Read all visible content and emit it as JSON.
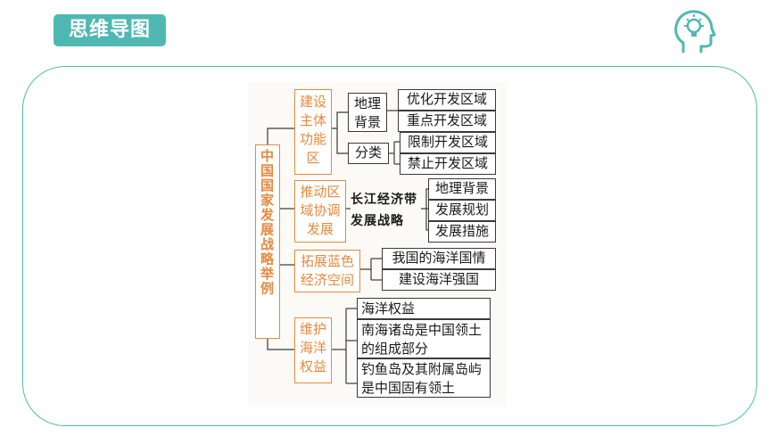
{
  "header": {
    "title": "思维导图"
  },
  "mindmap": {
    "root": "中国国家发展战略举例",
    "branch1": {
      "label_lines": [
        "建设",
        "主体",
        "功能",
        "区"
      ],
      "node_background": "地理背景",
      "node_category": "分类",
      "leaves": [
        "优化开发区域",
        "重点开发区域",
        "限制开发区域",
        "禁止开发区域"
      ]
    },
    "branch2": {
      "label_lines": [
        "推动区",
        "域协调",
        "发展"
      ],
      "strategy_lines": [
        "长江经济带",
        "发展战略"
      ],
      "leaves": [
        "地理背景",
        "发展规划",
        "发展措施"
      ]
    },
    "branch3": {
      "label_lines": [
        "拓展蓝色",
        "经济空间"
      ],
      "leaves": [
        "我国的海洋国情",
        "建设海洋强国"
      ]
    },
    "branch4": {
      "label_lines": [
        "维护",
        "海洋",
        "权益"
      ],
      "leaves": [
        "海洋权益",
        "南海诸岛是中国领土的组成部分",
        "钓鱼岛及其附属岛屿是中国固有领土"
      ]
    }
  },
  "colors": {
    "accent": "#4fb8b3",
    "orange": "#e8883d"
  }
}
